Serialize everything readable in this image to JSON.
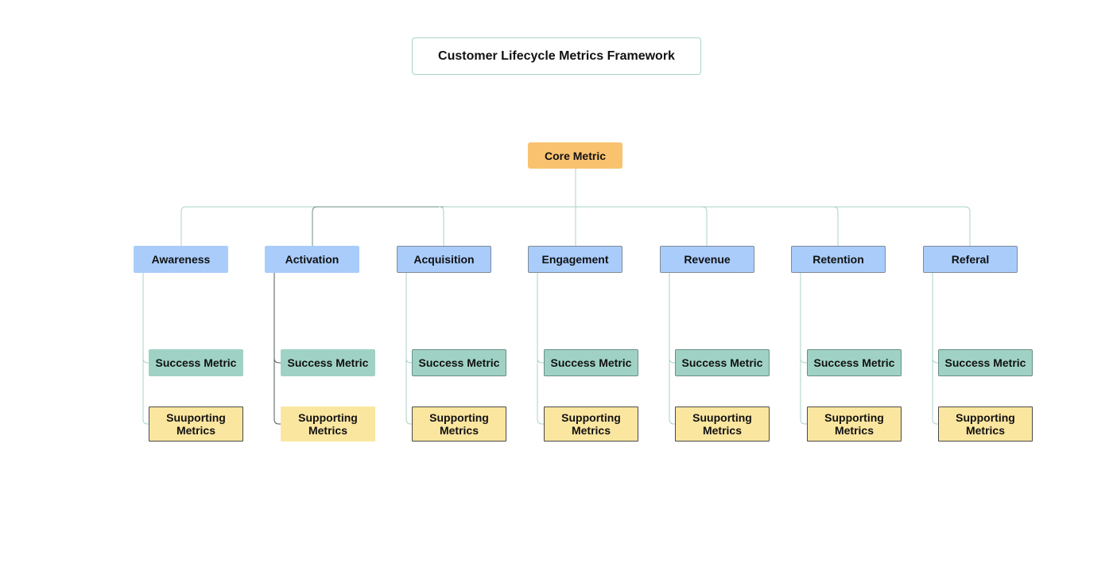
{
  "title": "Customer Lifecycle Metrics Framework",
  "core": {
    "label": "Core Metric"
  },
  "stages": [
    {
      "label": "Awareness",
      "success": "Success Metric",
      "supporting": "Suuporting Metrics"
    },
    {
      "label": "Activation",
      "success": "Success Metric",
      "supporting": "Supporting Metrics"
    },
    {
      "label": "Acquisition",
      "success": "Success Metric",
      "supporting": "Supporting Metrics"
    },
    {
      "label": "Engagement",
      "success": "Success Metric",
      "supporting": "Supporting Metrics"
    },
    {
      "label": "Revenue",
      "success": "Success Metric",
      "supporting": "Suuporting Metrics"
    },
    {
      "label": "Retention",
      "success": "Success Metric",
      "supporting": "Supporting Metrics"
    },
    {
      "label": "Referal",
      "success": "Success Metric",
      "supporting": "Supporting Metrics"
    }
  ],
  "colors": {
    "core": "#f9c26f",
    "stage": "#a9ccfb",
    "success": "#9fd2c5",
    "supporting": "#fbe6a0",
    "connector": "#a9d3c7"
  }
}
